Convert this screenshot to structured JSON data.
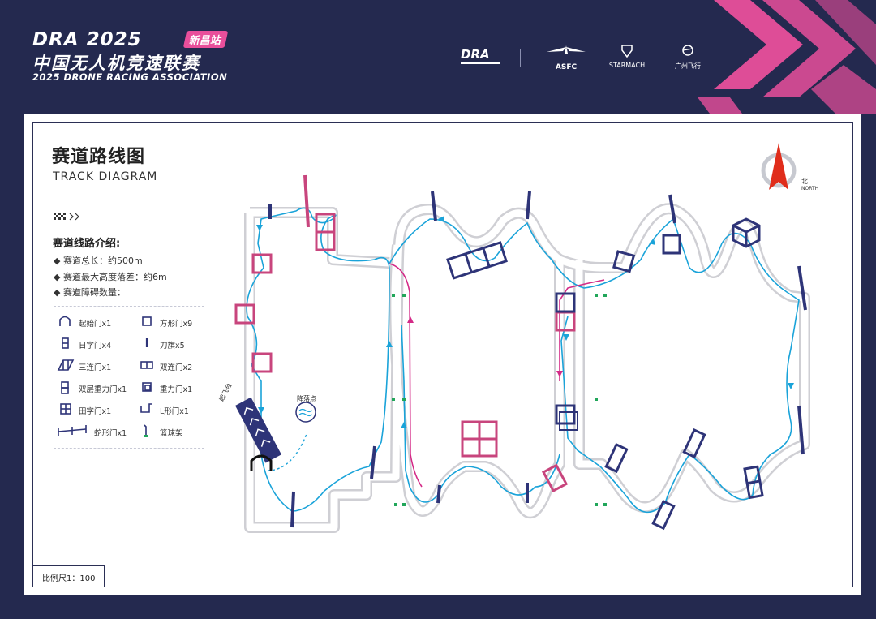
{
  "header": {
    "brand_title": "DRA 2025",
    "station_badge": "新昌站",
    "title_cn": "中国无人机竞速联赛",
    "title_en": "2025 DRONE RACING ASSOCIATION"
  },
  "logos": [
    {
      "name": "dra-logo",
      "text": "DRA"
    },
    {
      "name": "asfc-logo",
      "text": "ASFC"
    },
    {
      "name": "starmach-logo",
      "text": "STARMACH"
    },
    {
      "name": "guangzhou-logo",
      "text": "广州飞行"
    }
  ],
  "diagram": {
    "title_cn": "赛道路线图",
    "title_en": "TRACK DIAGRAM",
    "compass": {
      "label_cn": "北",
      "label_en": "NORTH"
    },
    "intro_heading": "赛道线路介绍:",
    "intro_items": [
      "赛道总长：约500m",
      "赛道最大高度落差：约6m",
      "赛道障碍数量："
    ],
    "legend": [
      {
        "icon": "start-gate-icon",
        "label": "起始门x1"
      },
      {
        "icon": "square-gate-icon",
        "label": "方形门x9"
      },
      {
        "icon": "ri-gate-icon",
        "label": "日字门x4"
      },
      {
        "icon": "knife-flag-icon",
        "label": "刀旗x5"
      },
      {
        "icon": "triple-gate-icon",
        "label": "三连门x1"
      },
      {
        "icon": "double-gate-icon",
        "label": "双连门x2"
      },
      {
        "icon": "double-gravity-gate-icon",
        "label": "双层重力门x1"
      },
      {
        "icon": "gravity-gate-icon",
        "label": "重力门x1"
      },
      {
        "icon": "tian-gate-icon",
        "label": "田字门x1"
      },
      {
        "icon": "l-gate-icon",
        "label": "L形门x1"
      },
      {
        "icon": "snake-gate-icon",
        "label": "蛇形门x1"
      },
      {
        "icon": "basketball-stand-icon",
        "label": "篮球架"
      }
    ],
    "takeoff_label": "起飞台",
    "landing_label": "降落点",
    "scale_text": "比例尺1：100"
  },
  "colors": {
    "navy": "#24294f",
    "pink": "#e94f9b",
    "track_blue": "#1aa3d9",
    "gate_navy": "#2e3478",
    "gate_pink": "#c8457d"
  }
}
